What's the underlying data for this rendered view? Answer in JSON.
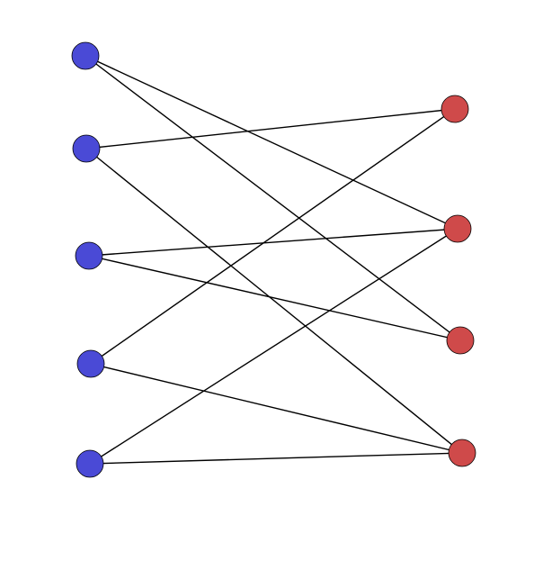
{
  "graph": {
    "type": "bipartite",
    "colors": {
      "left": "#4a4ad6",
      "right": "#cf4a4a",
      "edge": "#000000",
      "background": "#ffffff"
    },
    "left_nodes": [
      "L1",
      "L2",
      "L3",
      "L4",
      "L5"
    ],
    "right_nodes": [
      "R1",
      "R2",
      "R3",
      "R4"
    ],
    "edges": [
      [
        "L1",
        "R2"
      ],
      [
        "L1",
        "R3"
      ],
      [
        "L2",
        "R1"
      ],
      [
        "L2",
        "R4"
      ],
      [
        "L3",
        "R2"
      ],
      [
        "L3",
        "R3"
      ],
      [
        "L4",
        "R1"
      ],
      [
        "L4",
        "R4"
      ],
      [
        "L5",
        "R2"
      ],
      [
        "L5",
        "R4"
      ]
    ]
  }
}
